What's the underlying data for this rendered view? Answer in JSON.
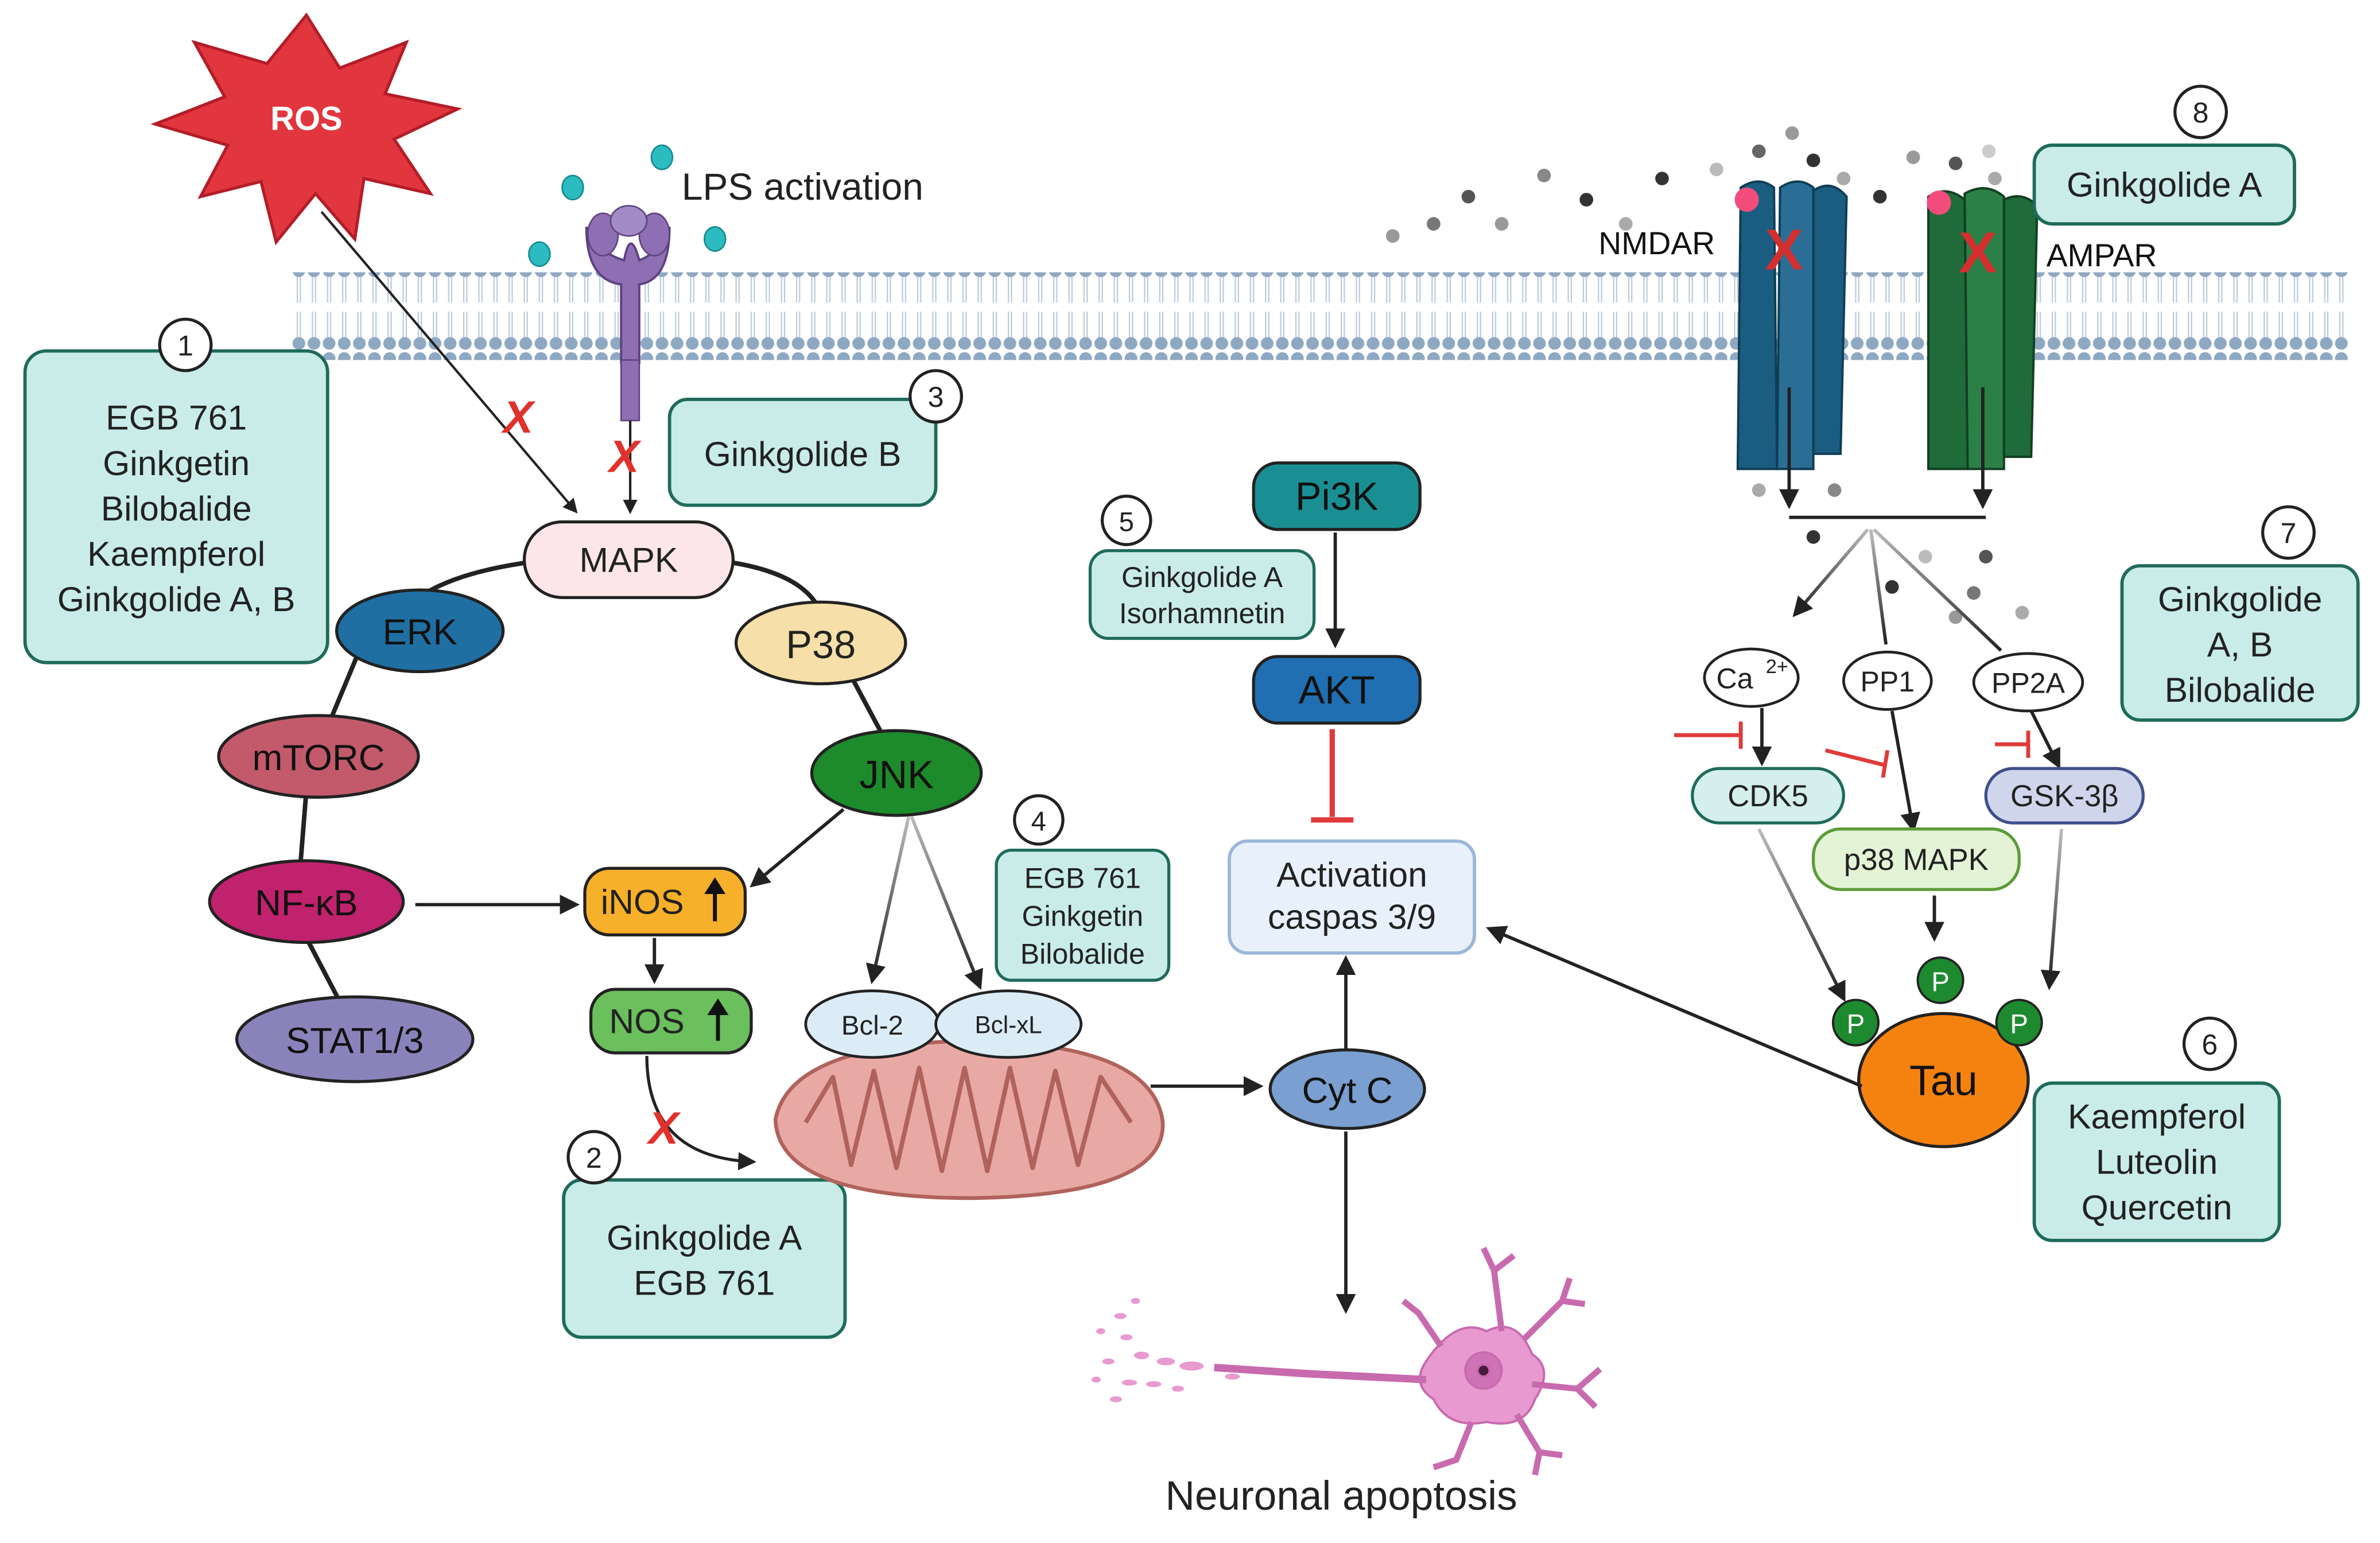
{
  "ros_label": "ROS",
  "lps_label": "LPS activation",
  "nmdar_label": "NMDAR",
  "ampar_label": "AMPAR",
  "nodes": {
    "mapk": "MAPK",
    "erk": "ERK",
    "p38": "P38",
    "mtorc": "mTORC",
    "jnk": "JNK",
    "nfkb": "NF-κB",
    "inos": "iNOS",
    "nos": "NOS",
    "stat": "STAT1/3",
    "bcl2": "Bcl-2",
    "bclxl": "Bcl-xL",
    "pi3k": "Pi3K",
    "akt": "AKT",
    "caspase_line1": "Activation",
    "caspase_line2": "caspas 3/9",
    "cytc": "Cyt C",
    "ca": "Ca",
    "ca_sup": "2+",
    "pp1": "PP1",
    "pp2a": "PP2A",
    "cdk5": "CDK5",
    "p38mapk": "p38 MAPK",
    "gsk": "GSK-3β",
    "tau": "Tau",
    "p": "P"
  },
  "neuronal_apoptosis": "Neuronal apoptosis",
  "boxes": {
    "b1": {
      "num": "1",
      "lines": [
        "EGB 761",
        "Ginkgetin",
        "Bilobalide",
        "Kaempferol",
        "Ginkgolide A, B"
      ]
    },
    "b2": {
      "num": "2",
      "lines": [
        "Ginkgolide A",
        "EGB 761"
      ]
    },
    "b3": {
      "num": "3",
      "lines": [
        "Ginkgolide B"
      ]
    },
    "b4": {
      "num": "4",
      "lines": [
        "EGB 761",
        "Ginkgetin",
        "Bilobalide"
      ]
    },
    "b5": {
      "num": "5",
      "lines": [
        "Ginkgolide A",
        "Isorhamnetin"
      ]
    },
    "b6": {
      "num": "6",
      "lines": [
        "Kaempferol",
        "Luteolin",
        "Quercetin"
      ]
    },
    "b7": {
      "num": "7",
      "lines": [
        "Ginkgolide",
        "A, B",
        "Bilobalide"
      ]
    },
    "b8": {
      "num": "8",
      "lines": [
        "Ginkgolide A"
      ]
    }
  },
  "colors": {
    "box_fill": "#c9ece8",
    "box_stroke": "#1f6b5b",
    "ros": "#e2363f",
    "erk": "#1f6fa3",
    "p38": "#f6dfa8",
    "mtorc": "#c25a6b",
    "jnk": "#1d8a2b",
    "nfkb": "#c0226d",
    "inos": "#f7b02a",
    "nos": "#6bbf5c",
    "stat": "#8a83bb",
    "pi3k": "#1a8f93",
    "akt": "#1f6fb2",
    "cytc": "#7a9fd0",
    "tau": "#f5820f",
    "p_badge": "#1e8a2f",
    "nmdar": "#1b5d80",
    "ampar": "#1f6b3a",
    "inhibit": "#e03a3a",
    "x_mark": "#e0312c"
  }
}
